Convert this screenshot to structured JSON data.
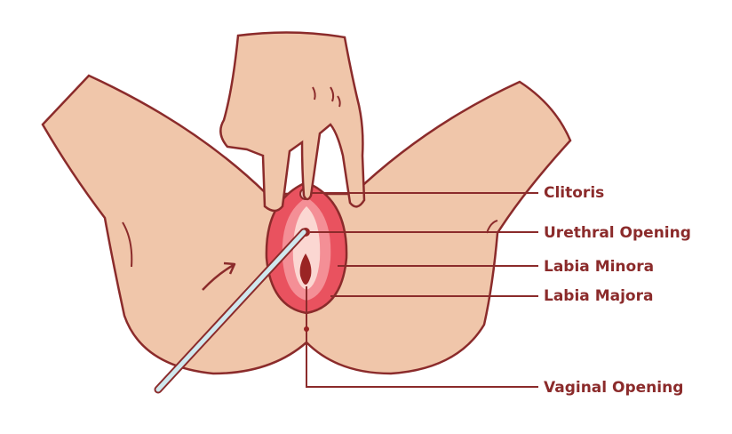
{
  "labels": {
    "clitoris": "Clitoris",
    "urethral_opening": "Urethral Opening",
    "labia_minora": "Labia Minora",
    "labia_majora": "Labia Majora",
    "vaginal_opening": "Vaginal Opening"
  },
  "colors": {
    "outline": "#8b2b2b",
    "skin": "#f0c6aa",
    "labia_majora": "#e9525f",
    "labia_minora": "#f48f96",
    "inner": "#fbd7d2",
    "opening": "#9a2424",
    "catheter_fill": "#cfe8ee",
    "label_text": "#8b2b2b"
  }
}
